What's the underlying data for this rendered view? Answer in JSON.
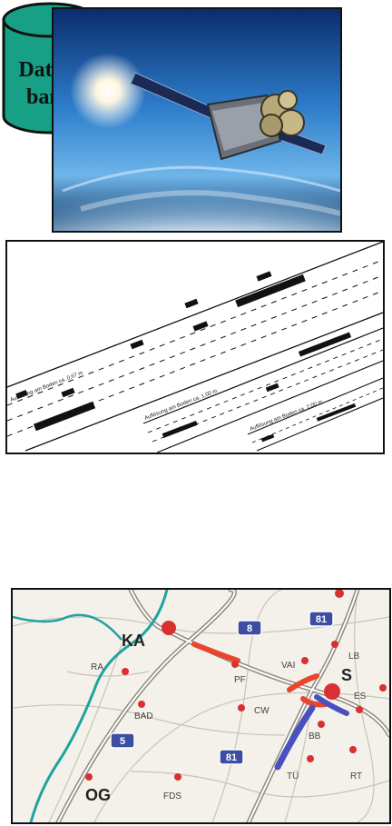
{
  "scene": {
    "satellite_image": "satellite-over-earth",
    "lanes": {
      "resolutions": [
        "Auflösung am Boden ca. 0,67 m",
        "Auflösung am Boden ca. 1,00 m",
        "Auflösung am Boden ca. 2,00 m"
      ]
    },
    "database": {
      "label_line1": "Daten-",
      "label_line2": "bank",
      "fill_color": "#17a085"
    },
    "map": {
      "cities": [
        {
          "code": "KA",
          "major": true
        },
        {
          "code": "RA",
          "major": false
        },
        {
          "code": "BAD",
          "major": false
        },
        {
          "code": "PF",
          "major": false
        },
        {
          "code": "VAI",
          "major": false
        },
        {
          "code": "CW",
          "major": false
        },
        {
          "code": "LB",
          "major": false
        },
        {
          "code": "S",
          "major": true
        },
        {
          "code": "ES",
          "major": false
        },
        {
          "code": "BB",
          "major": false
        },
        {
          "code": "TÜ",
          "major": false
        },
        {
          "code": "RT",
          "major": false
        },
        {
          "code": "FDS",
          "major": false
        },
        {
          "code": "OG",
          "major": true
        }
      ],
      "motorway_shields": [
        "8",
        "81",
        "5",
        "81"
      ],
      "colors": {
        "river": "#1fa3a0",
        "congestion_red": "#e8452c",
        "congestion_blue": "#4a50c0",
        "shield": "#3d4da3",
        "city_dot": "#d93030"
      }
    }
  }
}
